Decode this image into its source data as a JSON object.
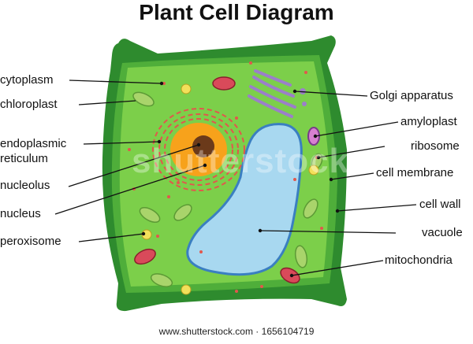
{
  "title": "Plant Cell Diagram",
  "footer": "www.shutterstock.com · 1656104719",
  "watermark": "shutterstock",
  "labels": {
    "cytoplasm": "cytoplasm",
    "chloroplast": "chloroplast",
    "endoplasmic_1": "endoplasmic",
    "endoplasmic_2": "reticulum",
    "nucleolus": "nucleolus",
    "nucleus": "nucleus",
    "peroxisome": "peroxisome",
    "golgi": "Golgi apparatus",
    "amyloplast": "amyloplast",
    "ribosome": "ribosome",
    "cell_membrane": "cell membrane",
    "cell_wall": "cell wall",
    "vacuole": "vacuole",
    "mitochondria": "mitochondria"
  },
  "colors": {
    "cell_wall": "#2e8b2e",
    "cytoplasm": "#7ccf4a",
    "membrane": "#4fae3a",
    "vacuole": "#a8d8f0",
    "vacuole_edge": "#3a7fc1",
    "nucleus": "#f7a21b",
    "nucleolus": "#6b3a1a",
    "er": "#e2574c",
    "golgi": "#9b7fc9",
    "mitochondria": "#d94a5a",
    "chloroplast": "#a9d46b"
  }
}
